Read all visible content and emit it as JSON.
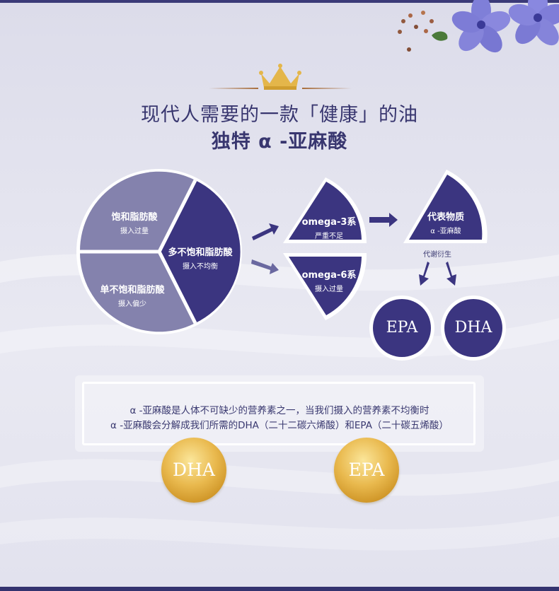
{
  "header": {
    "title_line1": "现代人需要的一款「健康」的油",
    "title_line2": "独特 α -亚麻酸"
  },
  "pie": {
    "segments": [
      {
        "title": "饱和脂肪酸",
        "subtitle": "摄入过量"
      },
      {
        "title": "多不饱和脂肪酸",
        "subtitle": "摄入不均衡"
      },
      {
        "title": "单不饱和脂肪酸",
        "subtitle": "摄入偏少"
      }
    ]
  },
  "omega": {
    "omega3": {
      "title": "omega-3系",
      "subtitle": "严重不足"
    },
    "omega6": {
      "title": "omega-6系",
      "subtitle": "摄入过量"
    }
  },
  "representative": {
    "title": "代表物质",
    "subtitle": "α -亚麻酸"
  },
  "metabolism_label": "代谢衍生",
  "derived": [
    "EPA",
    "DHA"
  ],
  "description": {
    "line1": "α -亚麻酸是人体不可缺少的营养素之一，当我们摄入的营养素不均衡时",
    "line2": "α -亚麻酸会分解成我们所需的DHA（二十二碳六烯酸）和EPA（二十碳五烯酸）"
  },
  "badges": [
    "DHA",
    "EPA"
  ],
  "colors": {
    "primary": "#3b3580",
    "light_segment": "#8482ad",
    "gold": "#e3b44a",
    "text": "#38366f"
  }
}
